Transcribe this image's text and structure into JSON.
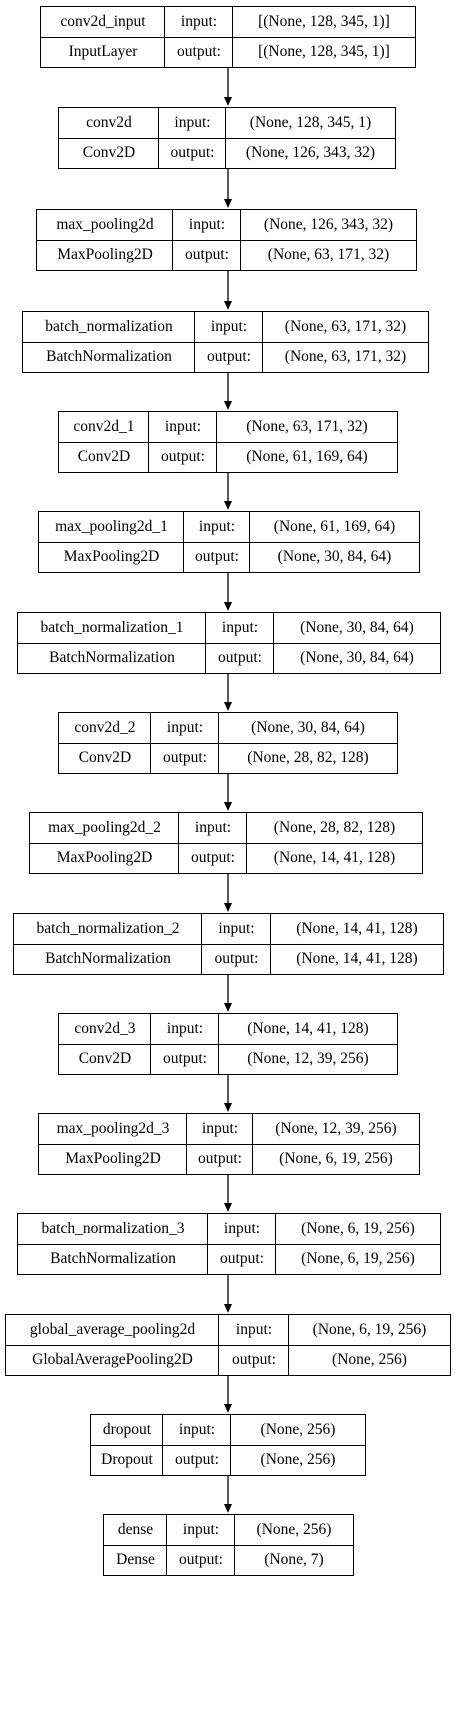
{
  "io_labels": {
    "input": "input:",
    "output": "output:"
  },
  "layers": [
    {
      "name": "conv2d_input",
      "type": "InputLayer",
      "input": "[(None, 128, 345, 1)]",
      "output": "[(None, 128, 345, 1)]"
    },
    {
      "name": "conv2d",
      "type": "Conv2D",
      "input": "(None, 128, 345, 1)",
      "output": "(None, 126, 343, 32)"
    },
    {
      "name": "max_pooling2d",
      "type": "MaxPooling2D",
      "input": "(None, 126, 343, 32)",
      "output": "(None, 63, 171, 32)"
    },
    {
      "name": "batch_normalization",
      "type": "BatchNormalization",
      "input": "(None, 63, 171, 32)",
      "output": "(None, 63, 171, 32)"
    },
    {
      "name": "conv2d_1",
      "type": "Conv2D",
      "input": "(None, 63, 171, 32)",
      "output": "(None, 61, 169, 64)"
    },
    {
      "name": "max_pooling2d_1",
      "type": "MaxPooling2D",
      "input": "(None, 61, 169, 64)",
      "output": "(None, 30, 84, 64)"
    },
    {
      "name": "batch_normalization_1",
      "type": "BatchNormalization",
      "input": "(None, 30, 84, 64)",
      "output": "(None, 30, 84, 64)"
    },
    {
      "name": "conv2d_2",
      "type": "Conv2D",
      "input": "(None, 30, 84, 64)",
      "output": "(None, 28, 82, 128)"
    },
    {
      "name": "max_pooling2d_2",
      "type": "MaxPooling2D",
      "input": "(None, 28, 82, 128)",
      "output": "(None, 14, 41, 128)"
    },
    {
      "name": "batch_normalization_2",
      "type": "BatchNormalization",
      "input": "(None, 14, 41, 128)",
      "output": "(None, 14, 41, 128)"
    },
    {
      "name": "conv2d_3",
      "type": "Conv2D",
      "input": "(None, 14, 41, 128)",
      "output": "(None, 12, 39, 256)"
    },
    {
      "name": "max_pooling2d_3",
      "type": "MaxPooling2D",
      "input": "(None, 12, 39, 256)",
      "output": "(None, 6, 19, 256)"
    },
    {
      "name": "batch_normalization_3",
      "type": "BatchNormalization",
      "input": "(None, 6, 19, 256)",
      "output": "(None, 6, 19, 256)"
    },
    {
      "name": "global_average_pooling2d",
      "type": "GlobalAveragePooling2D",
      "input": "(None, 6, 19, 256)",
      "output": "(None, 256)"
    },
    {
      "name": "dropout",
      "type": "Dropout",
      "input": "(None, 256)",
      "output": "(None, 256)"
    },
    {
      "name": "dense",
      "type": "Dense",
      "input": "(None, 256)",
      "output": "(None, 7)"
    }
  ]
}
